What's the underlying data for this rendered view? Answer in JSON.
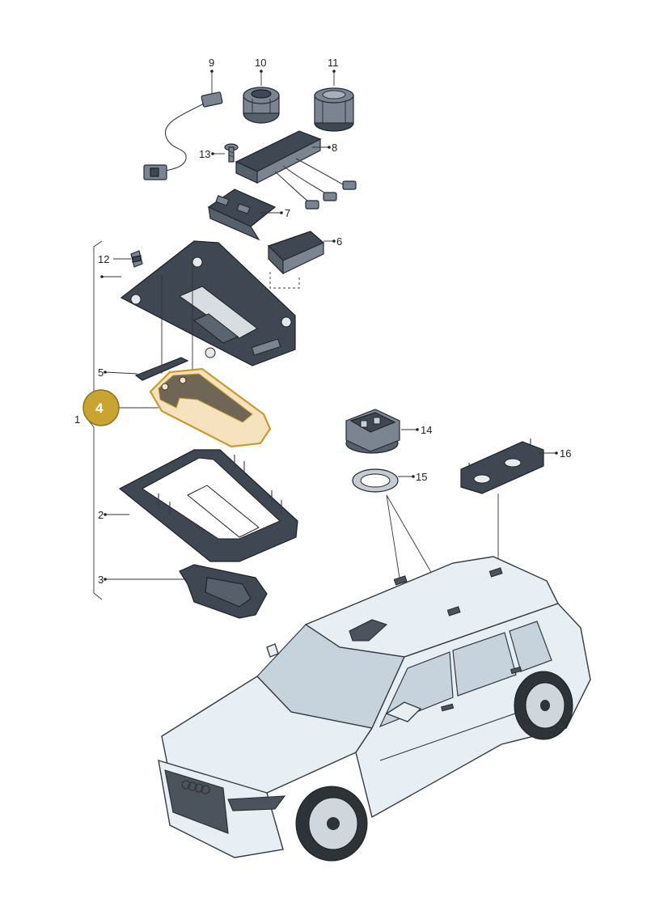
{
  "callouts": {
    "c1": "1",
    "c2": "2",
    "c3": "3",
    "c4": "4",
    "c5": "5",
    "c6": "6",
    "c7": "7",
    "c8": "8",
    "c9": "9",
    "c10": "10",
    "c11": "11",
    "c12": "12",
    "c13": "13",
    "c14": "14",
    "c15": "15",
    "c16": "16"
  },
  "highlight": {
    "part_number": "4",
    "fill_color": "#f6e2bf",
    "badge_color": "#c9a431"
  },
  "icons": {
    "vehicle": "suv-vehicle-icon",
    "brand": "audi-rings-icon"
  }
}
